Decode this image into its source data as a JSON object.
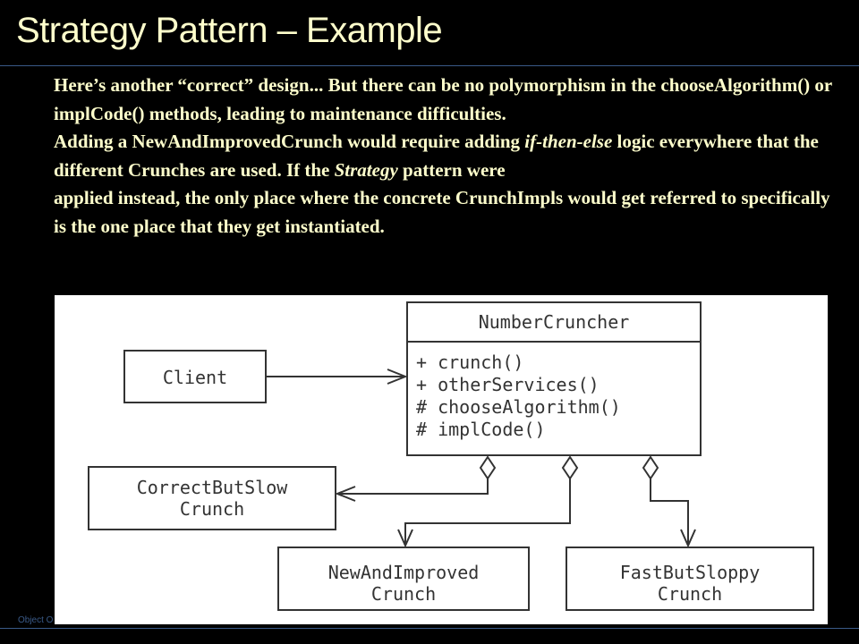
{
  "slide": {
    "title": "Strategy Pattern – Example",
    "footer": "Object O"
  },
  "body": {
    "line1_a": "Here’s another “correct” design... But there can be no polymorphism in the chooseAlgorithm() or implCode() methods, leading to maintenance difficulties.",
    "line2_a": "Adding a NewAndImprovedCrunch would require adding ",
    "line2_em1": "if-then-else",
    "line2_b": " logic everywhere that the different Crunches are used. If the ",
    "line2_em2": "Strategy",
    "line2_c": " pattern were",
    "line3": "applied instead, the only place where the concrete CrunchImpls would get referred to specifically is the one place that they get instantiated."
  },
  "diagram": {
    "number_cruncher": {
      "name": "NumberCruncher",
      "methods": [
        "+ crunch()",
        "+ otherServices()",
        "# chooseAlgorithm()",
        "# implCode()"
      ]
    },
    "client": "Client",
    "correct_but_slow": [
      "CorrectButSlow",
      "Crunch"
    ],
    "new_and_improved": [
      "NewAndImproved",
      "Crunch"
    ],
    "fast_but_sloppy": [
      "FastButSloppy",
      "Crunch"
    ]
  },
  "colors": {
    "background": "#000000",
    "text": "#ffffcc",
    "rule": "#3a5a88",
    "diagram_bg": "#ffffff",
    "diagram_ink": "#333333"
  }
}
